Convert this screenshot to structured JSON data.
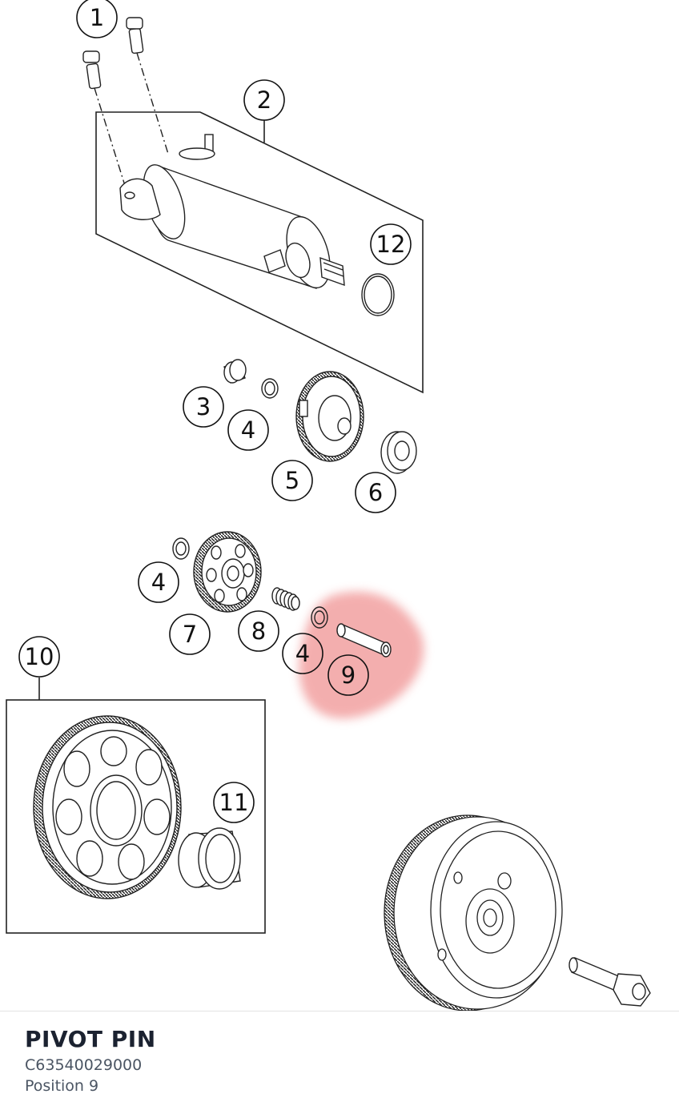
{
  "diagram": {
    "highlight_color": "#f2a0a0",
    "callouts": [
      {
        "id": "c1",
        "label": "1"
      },
      {
        "id": "c2",
        "label": "2"
      },
      {
        "id": "c12",
        "label": "12"
      },
      {
        "id": "c3",
        "label": "3"
      },
      {
        "id": "c4a",
        "label": "4"
      },
      {
        "id": "c5",
        "label": "5"
      },
      {
        "id": "c6",
        "label": "6"
      },
      {
        "id": "c4b",
        "label": "4"
      },
      {
        "id": "c7",
        "label": "7"
      },
      {
        "id": "c8",
        "label": "8"
      },
      {
        "id": "c4c",
        "label": "4"
      },
      {
        "id": "c9",
        "label": "9"
      },
      {
        "id": "c10",
        "label": "10"
      },
      {
        "id": "c11",
        "label": "11"
      }
    ]
  },
  "selected_part": {
    "name": "PIVOT PIN",
    "number": "C63540029000",
    "position": "Position 9"
  }
}
